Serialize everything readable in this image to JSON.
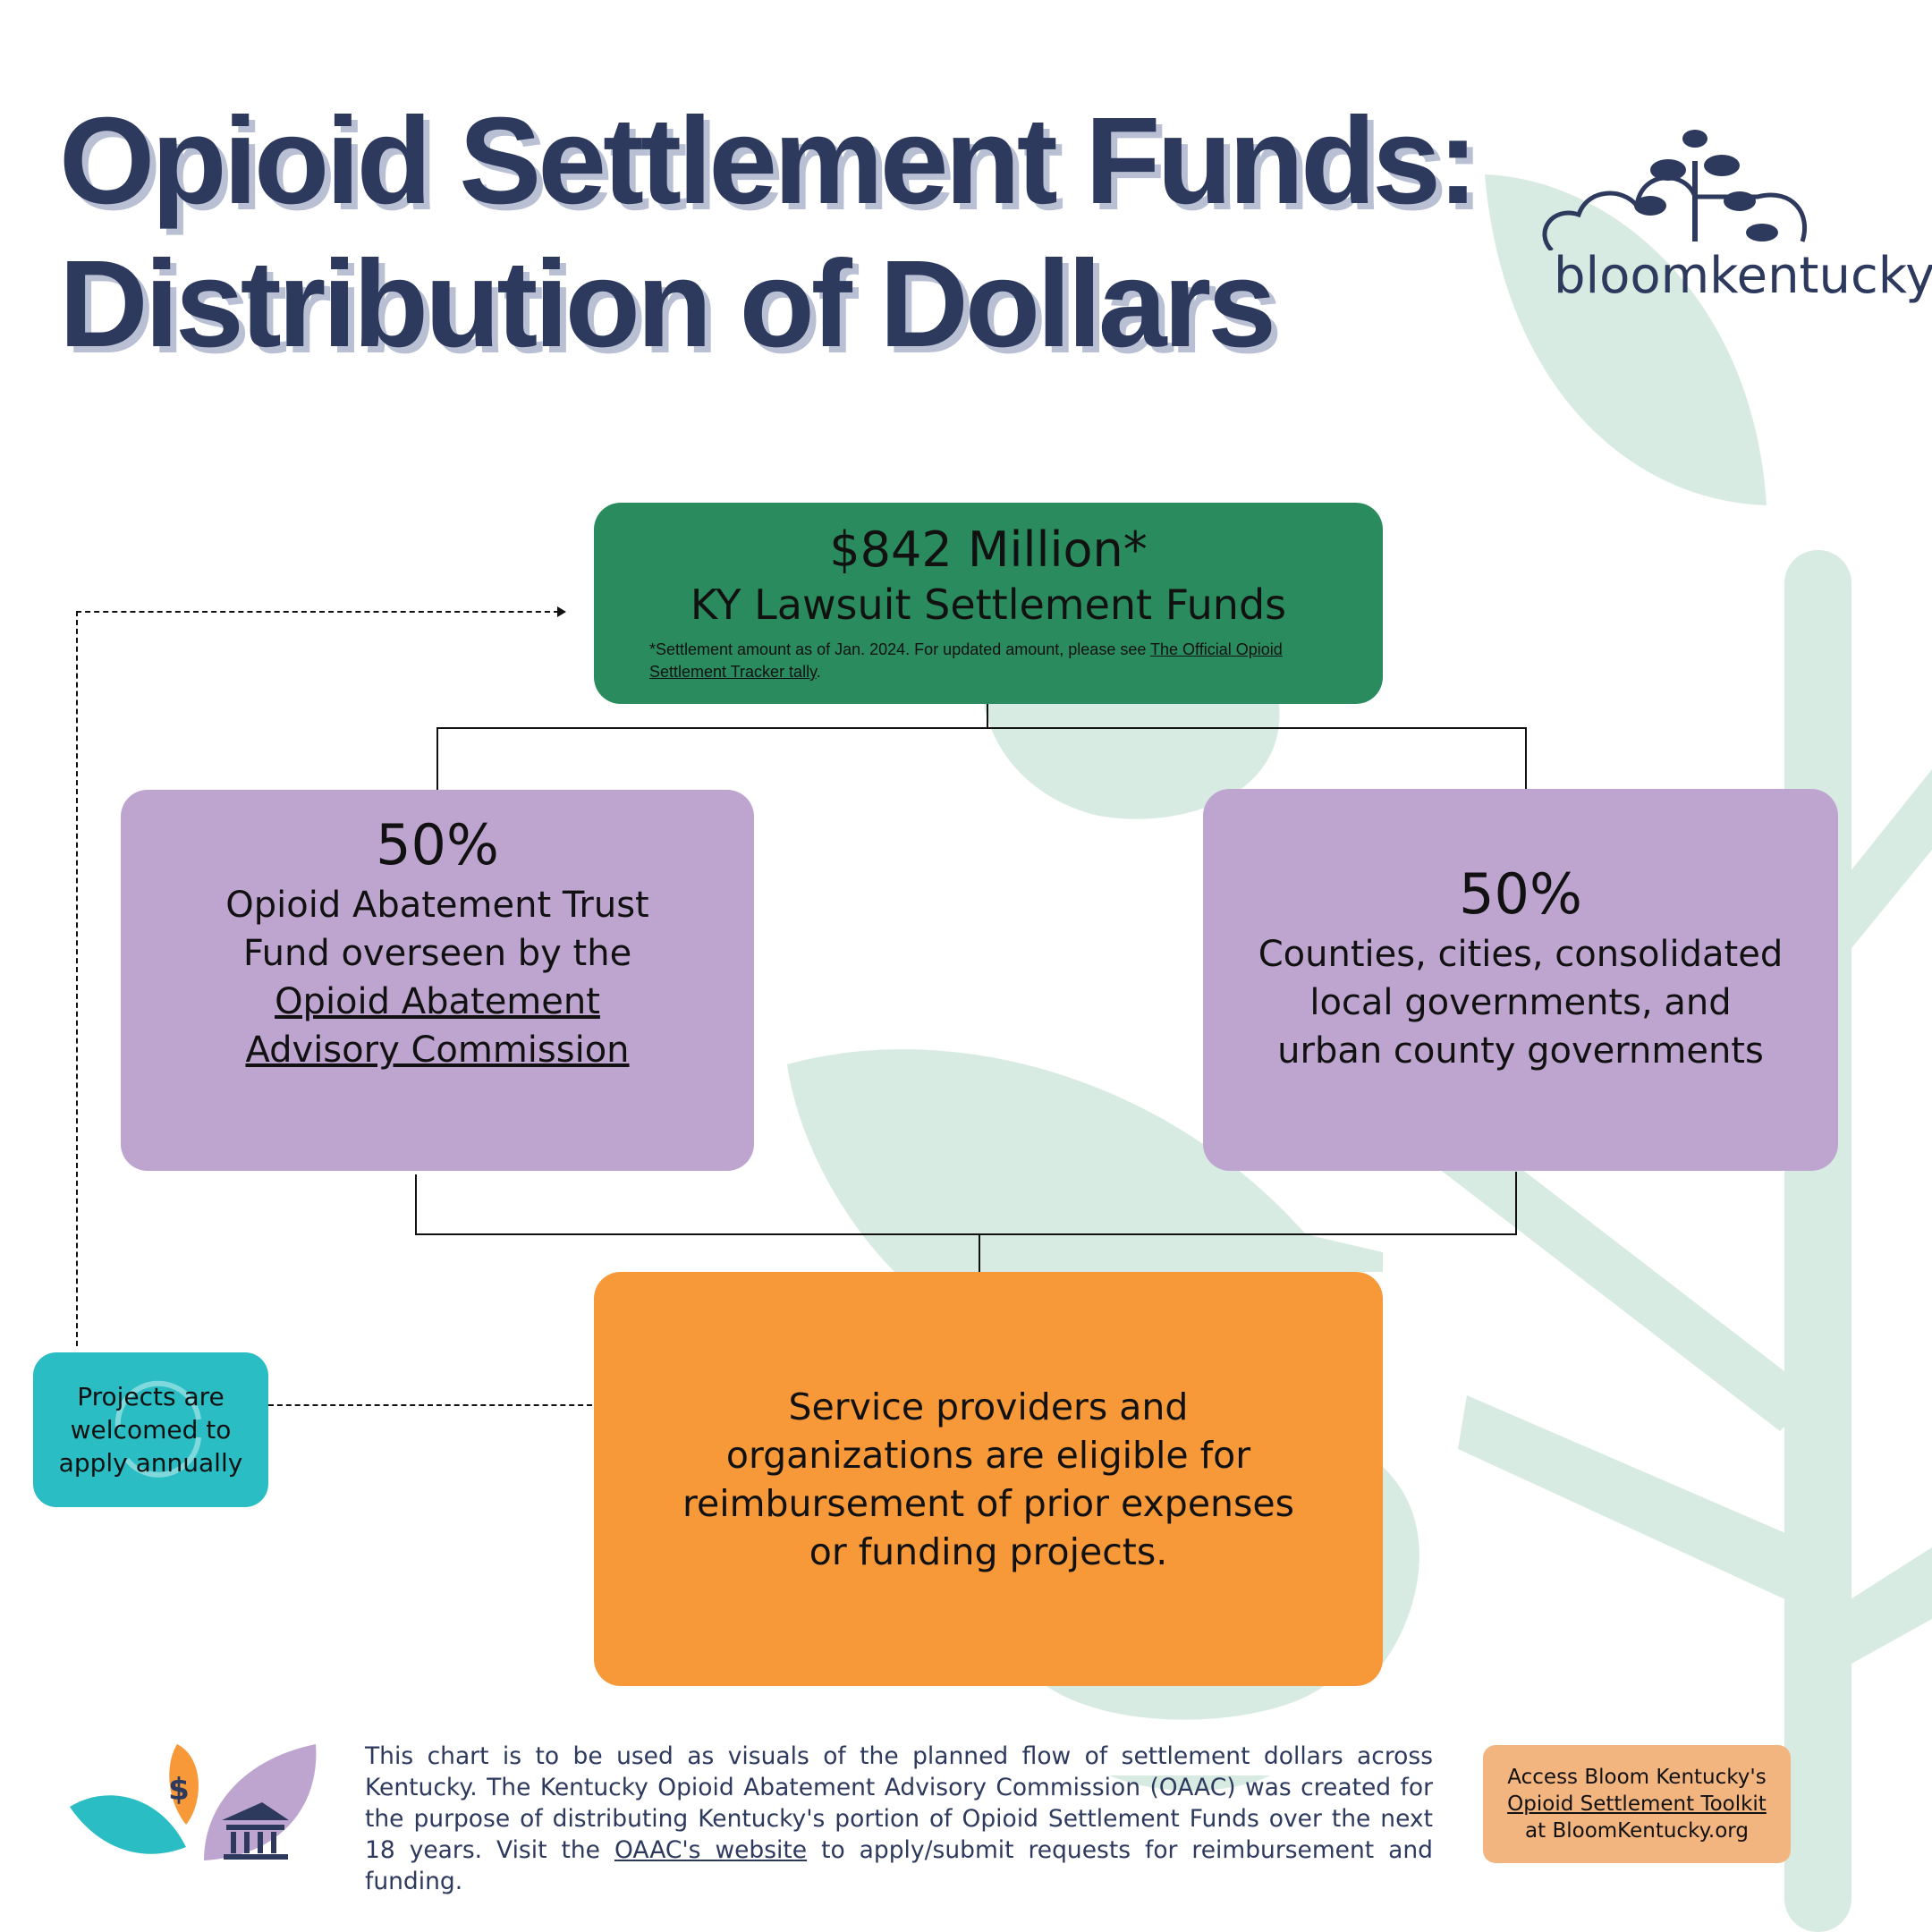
{
  "header": {
    "title_line1": "Opioid Settlement Funds:",
    "title_line2": "Distribution of Dollars"
  },
  "logo": {
    "text": "bloomkentucky"
  },
  "top_box": {
    "amount": "$842 Million*",
    "label": "KY Lawsuit Settlement Funds",
    "note_prefix": "*Settlement amount as of Jan. 2024. For updated amount, please see ",
    "note_link": "The Official Opioid Settlement Tracker tally",
    "note_suffix": "."
  },
  "left_box": {
    "percent": "50%",
    "text": "Opioid Abatement Trust Fund overseen by  the",
    "link": "Opioid Abatement Advisory Commission"
  },
  "right_box": {
    "percent": "50%",
    "text": "Counties, cities, consolidated local governments, and urban county governments"
  },
  "bottom_box": {
    "text": "Service providers and organizations are eligible for reimbursement of prior expenses or funding projects."
  },
  "cycle_box": {
    "text": "Projects are welcomed to apply annually"
  },
  "footer": {
    "text": "This chart is to be used as visuals of the planned flow of settlement dollars across Kentucky. The Kentucky Opioid Abatement Advisory Commission (OAAC) was created for the purpose of distributing Kentucky's portion of Opioid Settlement Funds over the next 18 years. Visit the ",
    "link": "OAAC's website",
    "suffix": " to apply/submit requests for reimbursement and funding."
  },
  "toolkit": {
    "line1": "Access Bloom Kentucky's",
    "link": "Opioid Settlement Toolkit",
    "line3": "at BloomKentucky.org"
  },
  "colors": {
    "navy": "#2d3a5e",
    "green": "#2a8c5e",
    "purple": "#bea5d0",
    "orange": "#f79839",
    "teal": "#2bbdc4",
    "peach": "#f3b57f",
    "leaf": "#d8ebe2"
  }
}
